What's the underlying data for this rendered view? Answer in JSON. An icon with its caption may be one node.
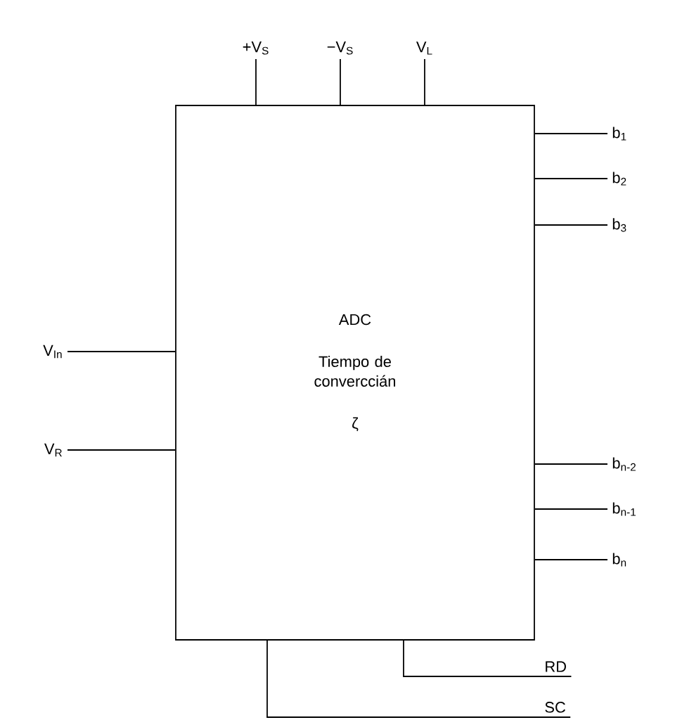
{
  "diagram": {
    "nodes": [
      {
        "text": [
          "ADC",
          "Tiempo de converccián",
          "ζ"
        ]
      },
      {
        "text": [
          "+V$_{S}$"
        ]
      },
      {
        "text": [
          "−V$_{S}$"
        ]
      },
      {
        "text": [
          "V$_{L}$"
        ]
      },
      {
        "text": [
          "b$_{1}$"
        ]
      },
      {
        "text": [
          "b$_{2}$"
        ]
      },
      {
        "text": [
          "b$_{3}$"
        ]
      },
      {
        "text": [
          "V$_{In}$"
        ]
      },
      {
        "text": [
          "V$_{R}$"
        ]
      },
      {
        "text": [
          "b$_{n-2}$"
        ]
      },
      {
        "text": [
          "b$_{n-1}$"
        ]
      },
      {
        "text": [
          "b$_{n}$"
        ]
      },
      {
        "text": [
          "RD"
        ]
      },
      {
        "text": [
          "SC"
        ]
      }
    ],
    "edges": [
      {
        "from": 1,
        "to": 0,
        "arrow": "none"
      },
      {
        "from": 2,
        "to": 0,
        "arrow": "none"
      },
      {
        "from": 3,
        "to": 0,
        "arrow": "none"
      },
      {
        "from": 4,
        "to": 0,
        "arrow": "none"
      },
      {
        "from": 5,
        "to": 0,
        "arrow": "none"
      },
      {
        "from": 6,
        "to": 0,
        "arrow": "none"
      },
      {
        "from": 7,
        "to": 0,
        "arrow": "none"
      },
      {
        "from": 8,
        "to": 0,
        "arrow": "none"
      },
      {
        "from": 9,
        "to": 0,
        "arrow": "none"
      },
      {
        "from": 10,
        "to": 0,
        "arrow": "none"
      },
      {
        "from": 11,
        "to": 0,
        "arrow": "none"
      },
      {
        "from": 12,
        "to": 0,
        "arrow": "none"
      },
      {
        "from": 13,
        "to": 0,
        "arrow": "none"
      }
    ]
  }
}
